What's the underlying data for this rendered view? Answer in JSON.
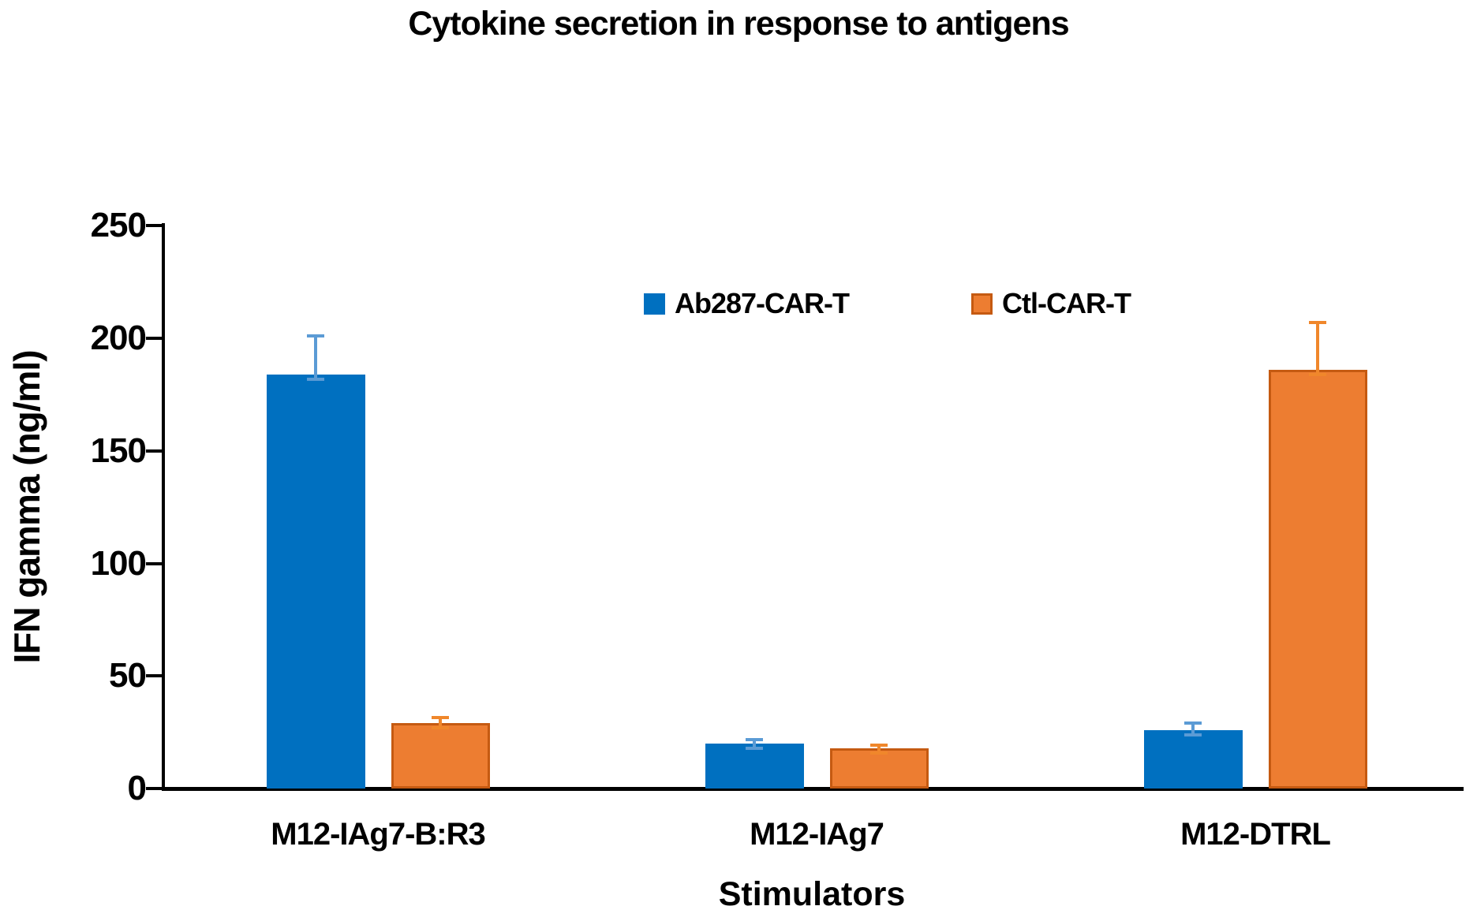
{
  "chart_data": {
    "type": "bar",
    "title": "Cytokine secretion in response to antigens",
    "xlabel": "Stimulators",
    "ylabel": "IFN gamma (ng/ml)",
    "ylim": [
      0,
      250
    ],
    "yticks": [
      0,
      50,
      100,
      150,
      200,
      250
    ],
    "grid": false,
    "legend_position": "top-center-inside-plot",
    "categories": [
      "M12-IAg7-B:R3",
      "M12-IAg7",
      "M12-DTRL"
    ],
    "series": [
      {
        "name": "Ab287-CAR-T",
        "color": "#0070C0",
        "border_color": "",
        "error_bar_color": "#5B9BD5",
        "values": [
          184,
          20,
          26
        ],
        "errors_plus": [
          17,
          1.6,
          3
        ]
      },
      {
        "name": "Ctl-CAR-T",
        "color": "#ED7D31",
        "border_color": "#C55A11",
        "error_bar_color": "#F0872B",
        "values": [
          29,
          18,
          186
        ],
        "errors_plus": [
          2.4,
          1.4,
          21
        ]
      }
    ]
  }
}
